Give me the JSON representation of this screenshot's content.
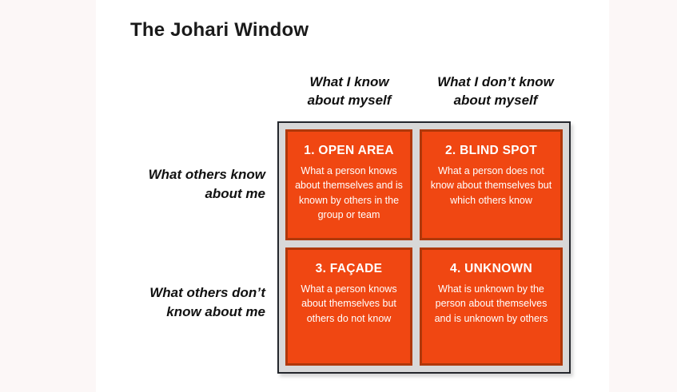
{
  "slide": {
    "title": "The Johari Window"
  },
  "matrix": {
    "column_headers": [
      "What I know\nabout myself",
      "What I don’t know\nabout myself"
    ],
    "row_headers": [
      "What others know\nabout me",
      "What others don’t\nknow about me"
    ],
    "quadrants": [
      {
        "heading": "1. OPEN AREA",
        "body": "What a person knows about themselves and is known by others in the group or team"
      },
      {
        "heading": "2. BLIND SPOT",
        "body": "What a person does not know about themselves but which others know"
      },
      {
        "heading": "3. FAÇADE",
        "body": "What a person knows about themselves but others do not know"
      },
      {
        "heading": "4. UNKNOWN",
        "body": "What is unknown by the person about themselves and is unknown by others"
      }
    ]
  },
  "colors": {
    "page_bg": "#FCF7F7",
    "slide_bg": "#FFFFFF",
    "title_text": "#1A1A1A",
    "label_text": "#111111",
    "frame_border": "#23262C",
    "frame_bg": "#D8D8D8",
    "cell_border": "#B0380A",
    "cell_fill": "#F04712",
    "cell_text": "#FFFFFF"
  }
}
